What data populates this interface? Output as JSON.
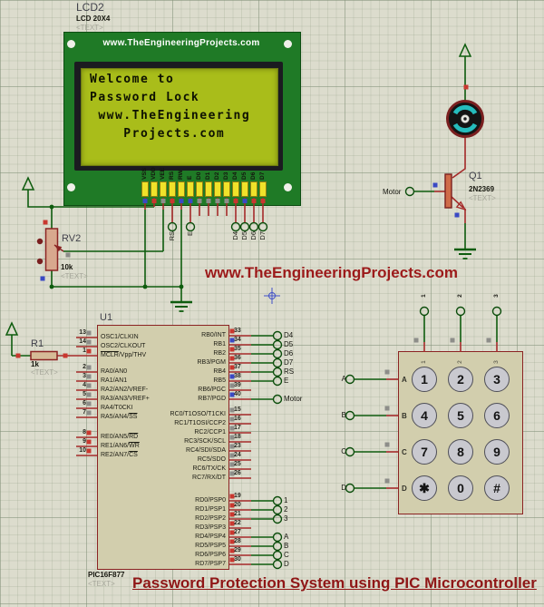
{
  "colors": {
    "wire_green": "#0e5c0e",
    "wire_red": "#a52a2a",
    "board_green": "#1f7a26",
    "lcd_screen": "#a9bd1a",
    "accent_red": "#9c1a1a",
    "chip_fill": "#d2cead",
    "chip_border": "#8b2323",
    "pin_yellow": "#f0e22a"
  },
  "watermark": "www.TheEngineeringProjects.com",
  "title": "Password Protection System using PIC Microcontroller",
  "lcd": {
    "ref": "LCD2",
    "type": "LCD 20X4",
    "placeholder": "<TEXT>",
    "header": "www.TheEngineeringProjects.com",
    "lines": [
      "Welcome to",
      "Password Lock",
      " www.TheEngineering",
      "    Projects.com"
    ],
    "pins": [
      "VSS",
      "VDD",
      "VEE",
      "RS",
      "RW",
      "E",
      "D0",
      "D1",
      "D2",
      "D3",
      "D4",
      "D5",
      "D6",
      "D7"
    ],
    "terminals": [
      "RS",
      "E",
      "D4",
      "D5",
      "D6",
      "D7"
    ]
  },
  "rv2": {
    "ref": "RV2",
    "value": "10k",
    "placeholder": "<TEXT>"
  },
  "r1": {
    "ref": "R1",
    "value": "1k",
    "placeholder": "<TEXT>"
  },
  "q1": {
    "ref": "Q1",
    "value": "2N2369",
    "placeholder": "<TEXT>",
    "base_terminal": "Motor"
  },
  "u1": {
    "ref": "U1",
    "part": "PIC16F877",
    "placeholder": "<TEXT>",
    "left_pins": [
      {
        "num": "13",
        "name": "OSC1/CLKIN"
      },
      {
        "num": "14",
        "name": "OSC2/CLKOUT"
      },
      {
        "num": "1",
        "name": "MCLR/Vpp/THV",
        "over": "MCLR"
      },
      {
        "num": "2",
        "name": "RA0/AN0"
      },
      {
        "num": "3",
        "name": "RA1/AN1"
      },
      {
        "num": "4",
        "name": "RA2/AN2/VREF-"
      },
      {
        "num": "5",
        "name": "RA3/AN3/VREF+"
      },
      {
        "num": "6",
        "name": "RA4/T0CKI"
      },
      {
        "num": "7",
        "name": "RA5/AN4/SS",
        "over": "SS"
      },
      {
        "num": "8",
        "name": "RE0/AN5/RD",
        "over": "RD"
      },
      {
        "num": "9",
        "name": "RE1/AN6/WR",
        "over": "WR"
      },
      {
        "num": "10",
        "name": "RE2/AN7/CS",
        "over": "CS"
      }
    ],
    "right_pins_b": [
      {
        "num": "33",
        "name": "RB0/INT",
        "term": "D4"
      },
      {
        "num": "34",
        "name": "RB1",
        "term": "D5"
      },
      {
        "num": "35",
        "name": "RB2",
        "term": "D6"
      },
      {
        "num": "36",
        "name": "RB3/PGM",
        "term": "D7"
      },
      {
        "num": "37",
        "name": "RB4",
        "term": "RS"
      },
      {
        "num": "38",
        "name": "RB5",
        "term": "E"
      },
      {
        "num": "39",
        "name": "RB6/PGC"
      },
      {
        "num": "40",
        "name": "RB7/PGD",
        "term": "Motor"
      }
    ],
    "right_pins_c": [
      {
        "num": "15",
        "name": "RC0/T1OSO/T1CKI"
      },
      {
        "num": "16",
        "name": "RC1/T1OSI/CCP2"
      },
      {
        "num": "17",
        "name": "RC2/CCP1"
      },
      {
        "num": "18",
        "name": "RC3/SCK/SCL"
      },
      {
        "num": "23",
        "name": "RC4/SDI/SDA"
      },
      {
        "num": "24",
        "name": "RC5/SDO"
      },
      {
        "num": "25",
        "name": "RC6/TX/CK"
      },
      {
        "num": "26",
        "name": "RC7/RX/DT"
      }
    ],
    "right_pins_d": [
      {
        "num": "19",
        "name": "RD0/PSP0",
        "term": "1"
      },
      {
        "num": "20",
        "name": "RD1/PSP1",
        "term": "2"
      },
      {
        "num": "21",
        "name": "RD2/PSP2",
        "term": "3"
      },
      {
        "num": "22",
        "name": "RD3/PSP3"
      },
      {
        "num": "27",
        "name": "RD4/PSP4",
        "term": "A"
      },
      {
        "num": "28",
        "name": "RD5/PSP5",
        "term": "B"
      },
      {
        "num": "29",
        "name": "RD6/PSP6",
        "term": "C"
      },
      {
        "num": "30",
        "name": "RD7/PSP7",
        "term": "D"
      }
    ]
  },
  "keypad": {
    "row_labels": [
      "A",
      "B",
      "C",
      "D"
    ],
    "col_labels": [
      "1",
      "2",
      "3"
    ],
    "keys": [
      [
        "1",
        "2",
        "3"
      ],
      [
        "4",
        "5",
        "6"
      ],
      [
        "7",
        "8",
        "9"
      ],
      [
        "✱",
        "0",
        "#"
      ]
    ]
  }
}
